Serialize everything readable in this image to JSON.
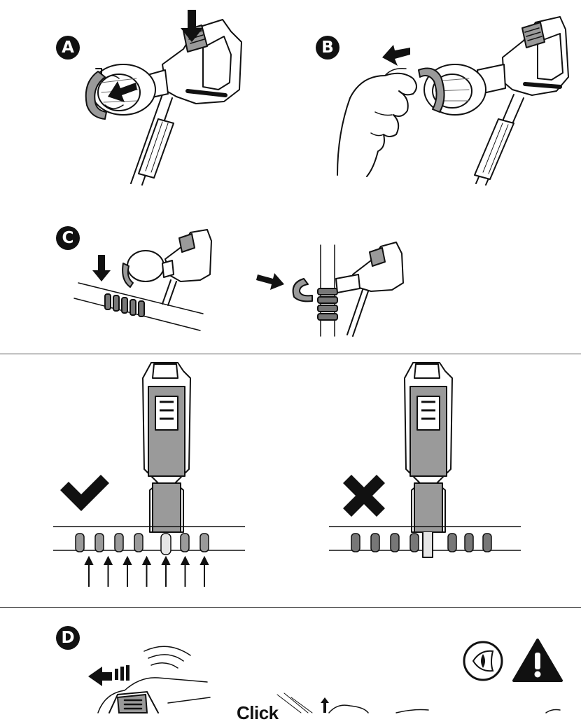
{
  "steps": {
    "a": {
      "label": "A"
    },
    "b": {
      "label": "B"
    },
    "c": {
      "label": "C"
    },
    "d": {
      "label": "D"
    }
  },
  "correct_fit": {
    "icon": "checkmark-icon",
    "arrow_count": 7
  },
  "incorrect_fit": {
    "icon": "cross-icon"
  },
  "warning": {
    "icons": [
      "eye-icon",
      "warning-triangle-icon"
    ]
  },
  "sound": {
    "click_text": "Click"
  },
  "colors": {
    "ink": "#111111",
    "gray_fill": "#9a9a9a",
    "light_gray": "#c4c4c4"
  }
}
